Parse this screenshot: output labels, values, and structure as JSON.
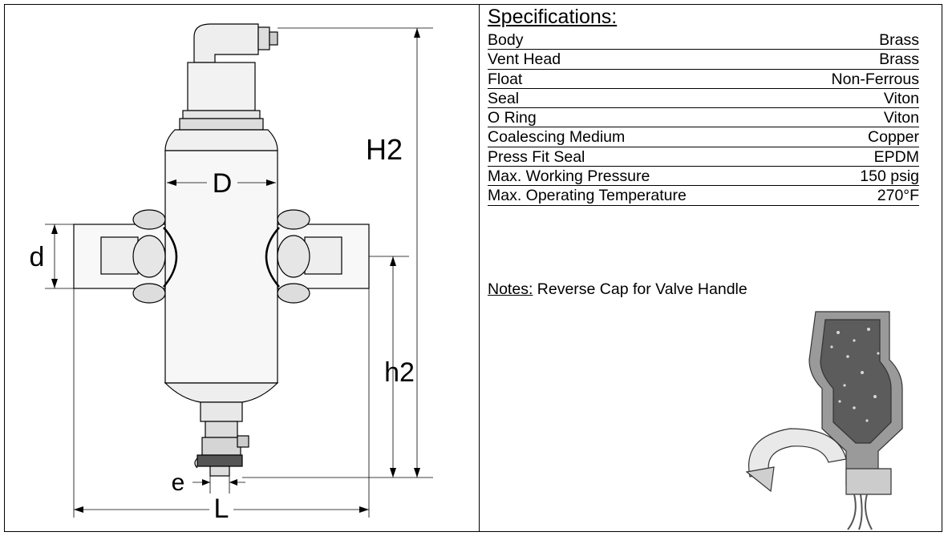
{
  "drawing": {
    "labels": {
      "h2_upper": "H2",
      "diameter": "D",
      "pipe": "d",
      "h2_lower": "h2",
      "e": "e",
      "length": "L"
    }
  },
  "specifications": {
    "title": "Specifications:",
    "rows": [
      {
        "label": "Body",
        "value": "Brass"
      },
      {
        "label": "Vent Head",
        "value": "Brass"
      },
      {
        "label": "Float",
        "value": "Non-Ferrous"
      },
      {
        "label": "Seal",
        "value": "Viton"
      },
      {
        "label": "O Ring",
        "value": "Viton"
      },
      {
        "label": "Coalescing Medium",
        "value": "Copper"
      },
      {
        "label": "Press Fit Seal",
        "value": "EPDM"
      },
      {
        "label": "Max. Working Pressure",
        "value": "150 psig"
      },
      {
        "label": "Max. Operating Temperature",
        "value": "270°F"
      }
    ]
  },
  "notes": {
    "label": "Notes:",
    "text": " Reverse Cap for Valve Handle"
  }
}
